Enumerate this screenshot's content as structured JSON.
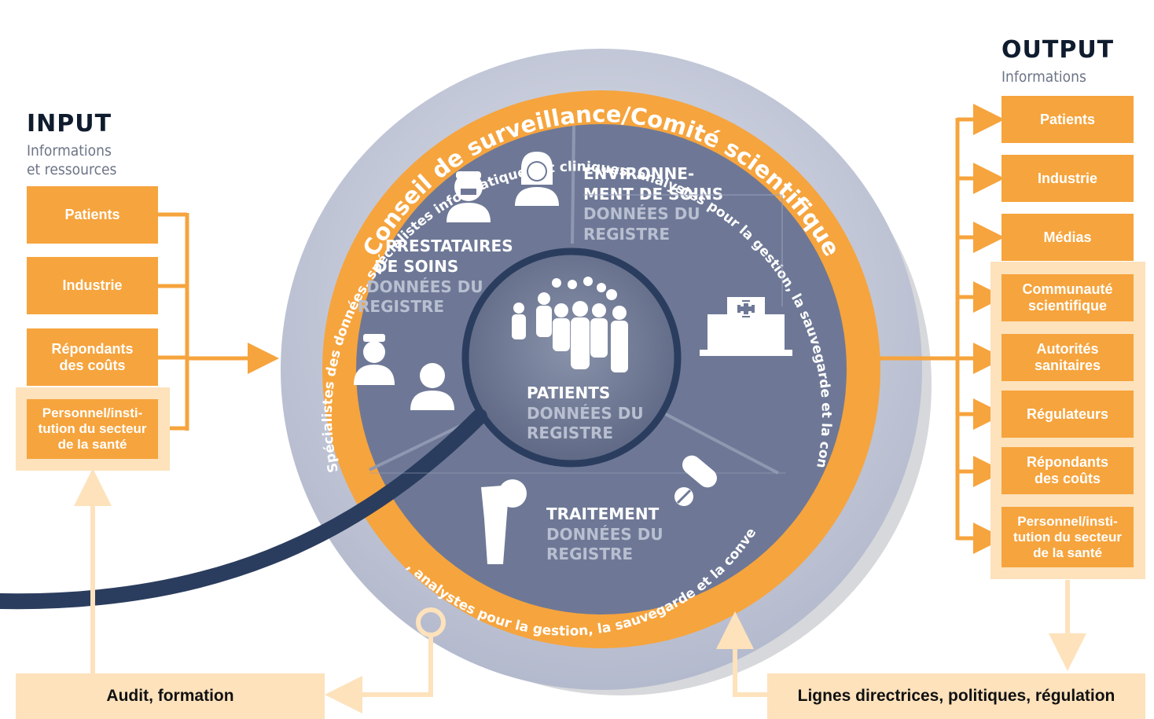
{
  "input": {
    "title": "INPUT",
    "subtitle": "Informations\net ressources",
    "items": [
      "Patients",
      "Industrie",
      "Répondants\ndes coûts",
      "Personnel/insti-\ntution du secteur\nde la santé"
    ]
  },
  "output": {
    "title": "OUTPUT",
    "subtitle": "Informations",
    "items": [
      "Patients",
      "Industrie",
      "Médias",
      "Communauté\nscientifique",
      "Autorités\nsanitaires",
      "Régulateurs",
      "Répondants\ndes coûts",
      "Personnel/insti-\ntution du secteur\nde la santé"
    ]
  },
  "rings": {
    "outer": "Conseil de surveillance/Comité scientifique",
    "orange_top": "Spécialistes des données, spécialistes informatiques et cliniques, analystes pour la gestion, la sauvegarde et la conversion des données en informations et connaissances applicables",
    "orange_bottom": "Spécialistes des données, spécialistes informatiques et cliniques, analystes pour la gestion, la sauvegarde et la conversion des données en informations et connaissances applicables"
  },
  "segments": {
    "prestataires": {
      "title1": "PRESTATAIRES",
      "title2": "DE SOINS",
      "sub1": "DONNÉES DU",
      "sub2": "REGISTRE"
    },
    "environnement": {
      "title1": "ENVIRONNE-",
      "title2": "MENT DE SOINS",
      "sub1": "DONNÉES DU",
      "sub2": "REGISTRE"
    },
    "traitement": {
      "title1": "TRAITEMENT",
      "sub1": "DONNÉES DU",
      "sub2": "REGISTRE"
    },
    "patients": {
      "title1": "PATIENTS",
      "sub1": "DONNÉES DU",
      "sub2": "REGISTRE"
    }
  },
  "bottom": {
    "left": "Audit, formation",
    "right": "Lignes directrices, politiques, régulation"
  },
  "colors": {
    "orange": "#f6a43d",
    "pale_orange": "#fde2bc",
    "navy": "#2b3d5e",
    "slate": "#6e7896",
    "ring_gray": "#c4c9d9"
  }
}
